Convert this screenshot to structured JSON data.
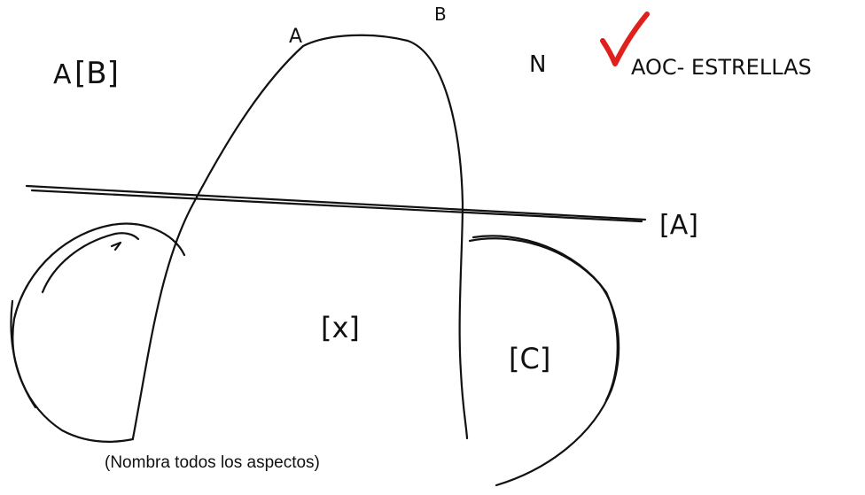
{
  "labels": {
    "top_left": "[B]",
    "top_left_mark": "A",
    "arch_top_left_mark": "A",
    "arch_top_right_mark": "B",
    "top_right_mark": "N",
    "checkmark_text": "AOC- ESTRELLAS",
    "line_label": "[A]",
    "center_label": "[x]",
    "right_label": "[C]"
  },
  "caption": "(Nombra todos los aspectos)",
  "colors": {
    "ink": "#111111",
    "check": "#e0201b",
    "background": "#ffffff"
  }
}
